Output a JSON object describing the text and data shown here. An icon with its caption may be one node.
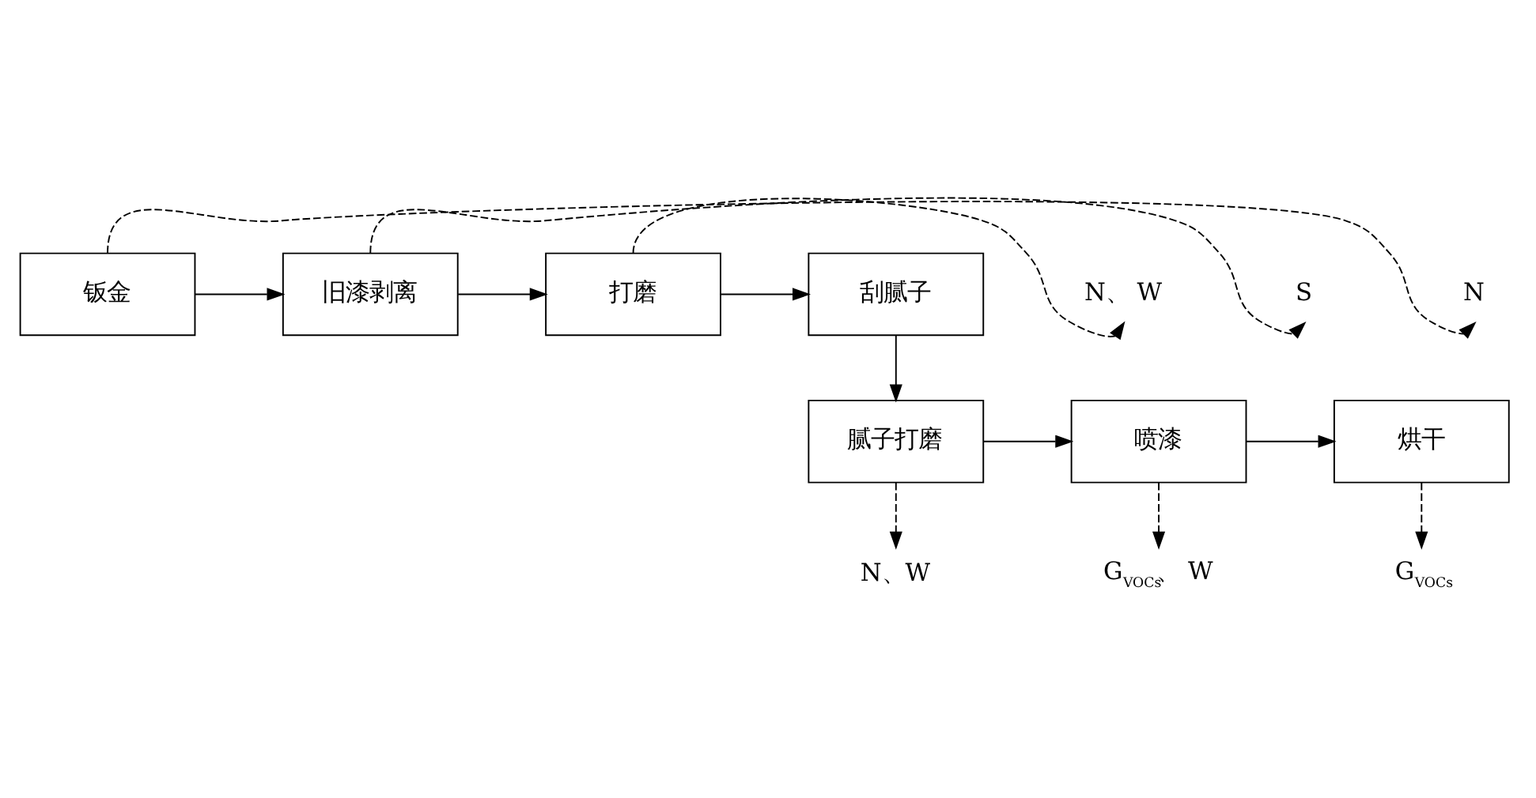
{
  "diagram": {
    "nodes": [
      {
        "text": [
          "钣金"
        ]
      },
      {
        "text": [
          "旧漆剥离"
        ]
      },
      {
        "text": [
          "打磨"
        ]
      },
      {
        "text": [
          "刮腻子"
        ]
      },
      {
        "text": [
          "腻子打磨"
        ]
      },
      {
        "text": [
          "喷漆"
        ]
      },
      {
        "text": [
          "烘干"
        ]
      },
      {
        "text": [
          "N"
        ]
      },
      {
        "text": [
          "S"
        ]
      },
      {
        "text": [
          "N、 W"
        ]
      },
      {
        "text": [
          "G$_{VOCs}$"
        ]
      },
      {
        "text": [
          "G$_{VOCs}$、 W"
        ]
      },
      {
        "text": [
          "N、W"
        ]
      }
    ],
    "edges": [
      {
        "from": 0,
        "to": 1,
        "arrow": "to"
      },
      {
        "from": 1,
        "to": 2,
        "arrow": "to"
      },
      {
        "from": 2,
        "to": 3,
        "arrow": "to"
      },
      {
        "from": 3,
        "to": 4,
        "arrow": "to"
      },
      {
        "from": 4,
        "to": 5,
        "arrow": "to"
      },
      {
        "from": 5,
        "to": 6,
        "arrow": "to"
      },
      {
        "from": 0,
        "to": 7,
        "arrow": "to",
        "style": "dashed"
      },
      {
        "from": 1,
        "to": 8,
        "arrow": "to",
        "style": "dashed"
      },
      {
        "from": 2,
        "to": 9,
        "arrow": "to",
        "style": "dashed"
      },
      {
        "from": 6,
        "to": 10,
        "arrow": "to",
        "style": "dashed"
      },
      {
        "from": 5,
        "to": 11,
        "arrow": "to",
        "style": "dashed"
      },
      {
        "from": 4,
        "to": 12,
        "arrow": "to",
        "style": "dashed"
      }
    ]
  }
}
